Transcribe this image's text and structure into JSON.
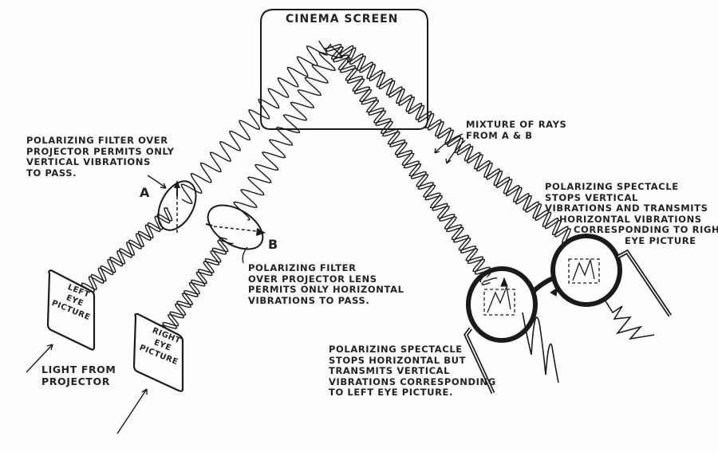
{
  "diagram": {
    "title": "Polarized light 3D projection",
    "screen_label": "Cinema Screen",
    "filter_a_letter": "A",
    "filter_b_letter": "B",
    "callouts": {
      "filter_a": [
        "Polarizing Filter over",
        "Projector permits only",
        "Vertical Vibrations",
        "to Pass."
      ],
      "filter_b": [
        "Polarizing Filter",
        "over Projector Lens",
        "Permits only Horizontal",
        "Vibrations to Pass."
      ],
      "mixture": [
        "Mixture of Rays",
        "from A & B"
      ],
      "right_spectacle": [
        "Polarizing Spectacle",
        "stops Vertical",
        "Vibrations and transmits",
        "Horizontal vibrations",
        "corresponding to Right",
        "Eye Picture"
      ],
      "left_spectacle": [
        "Polarizing Spectacle",
        "stops Horizontal but",
        "transmits Vertical",
        "Vibrations corresponding",
        "to Left Eye Picture."
      ],
      "light_source": [
        "Light from",
        "Projector"
      ]
    },
    "pictures": {
      "left": [
        "Left",
        "Eye",
        "Picture"
      ],
      "right": [
        "Right",
        "Eye",
        "Picture"
      ]
    },
    "colors": {
      "ink": "#1a1a1a",
      "paper": "#fefefe"
    }
  }
}
